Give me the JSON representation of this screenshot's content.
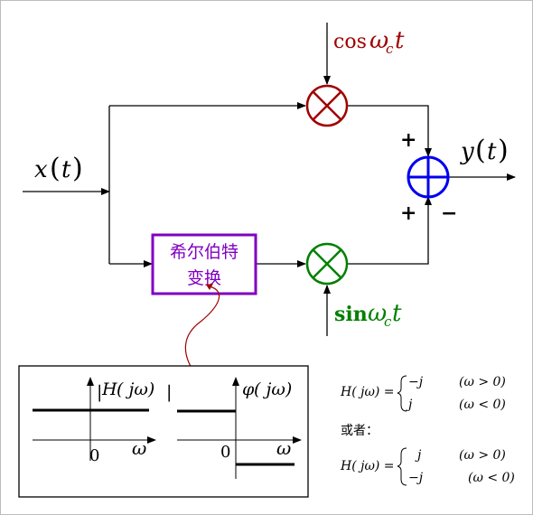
{
  "colors": {
    "top_multiplier": "#a00000",
    "bottom_multiplier": "#008000",
    "summer": "#0000ee",
    "hilbert_box": "#8000c0",
    "wire": "#000000",
    "pointer_dot": "#b00000"
  },
  "input": {
    "x": "x",
    "paren_l": "(",
    "t": "t",
    "paren_r": ")"
  },
  "output": {
    "y": "y",
    "paren_l": "(",
    "t": "t",
    "paren_r": ")"
  },
  "top_carrier": {
    "func": "cos",
    "omega": "ω",
    "sub": "c",
    "t": "t"
  },
  "bottom_carrier": {
    "func": "sin",
    "omega": "ω",
    "sub": "c",
    "t": "t"
  },
  "summer_signs": {
    "top": "+",
    "bottom": "+",
    "right": "−"
  },
  "hilbert": {
    "line1": "希尔伯特",
    "line2": "变换"
  },
  "inset": {
    "mag_label": {
      "bar_l": "|",
      "H": "H",
      "arg": "( jω)",
      "bar_r": "|"
    },
    "phase_label": {
      "phi": "φ",
      "arg": "( jω)"
    },
    "mag_zero": "0",
    "mag_axis": "ω",
    "phase_zero": "0",
    "phase_axis": "ω"
  },
  "formulas": {
    "first": {
      "lhs": "H( jω) =",
      "case1_val": "−j",
      "case1_cond": "(ω > 0)",
      "case2_val": "j",
      "case2_cond": "(ω < 0)"
    },
    "or_text": "或者：",
    "second": {
      "lhs": "H( jω) =",
      "case1_val": "j",
      "case1_cond": "(ω > 0)",
      "case2_val": "−j",
      "case2_cond": "(ω < 0)"
    }
  }
}
